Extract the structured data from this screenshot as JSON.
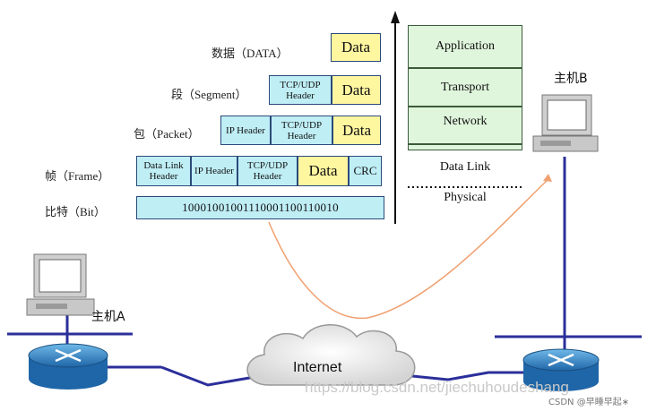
{
  "encapsulation": {
    "rows": [
      {
        "label": "数据（DATA）",
        "cells": [
          "Data"
        ]
      },
      {
        "label": "段（Segment）",
        "cells": [
          "TCP/UDP Header",
          "Data"
        ]
      },
      {
        "label": "包（Packet）",
        "cells": [
          "IP Header",
          "TCP/UDP Header",
          "Data"
        ]
      },
      {
        "label": "帧（Frame）",
        "cells": [
          "Data Link Header",
          "IP Header",
          "TCP/UDP Header",
          "Data",
          "CRC"
        ]
      },
      {
        "label": "比特（Bit）",
        "cells": [
          "10001001001110001100110010"
        ]
      }
    ]
  },
  "layers": [
    "Application",
    "Transport",
    "Network",
    "Data Link",
    "Physical"
  ],
  "hosts": {
    "a": "主机A",
    "b": "主机B"
  },
  "network": {
    "label": "Internet"
  },
  "watermark": {
    "main": "https://blog.csdn.net/jiechuhoudeshang",
    "corner": "CSDN @早睡早起∗"
  },
  "colors": {
    "header": "#bfeef5",
    "data": "#fff6a0",
    "layer": "#dff5dc",
    "wire": "#2b2f9a",
    "arrow": "#f0a070"
  }
}
